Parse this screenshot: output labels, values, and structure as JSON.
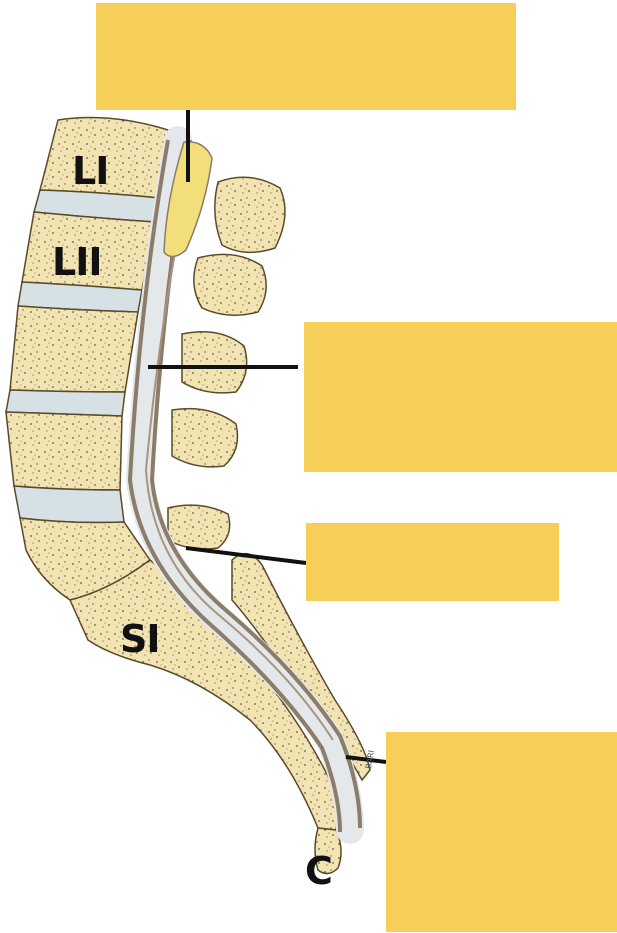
{
  "labels": {
    "vertebra_1": "LI",
    "vertebra_2": "LII",
    "sacrum": "SI",
    "coccyx": "C"
  },
  "artist_signature": "BARI",
  "colors": {
    "label_box": "#F5CF57",
    "bone": "#F2E3B3",
    "bone_outline": "#5a4a2a",
    "disc": "#D6E1E6",
    "dura": "#8C7C6A",
    "cauda_region": "#F3DF7A",
    "leader_line": "#111111"
  }
}
